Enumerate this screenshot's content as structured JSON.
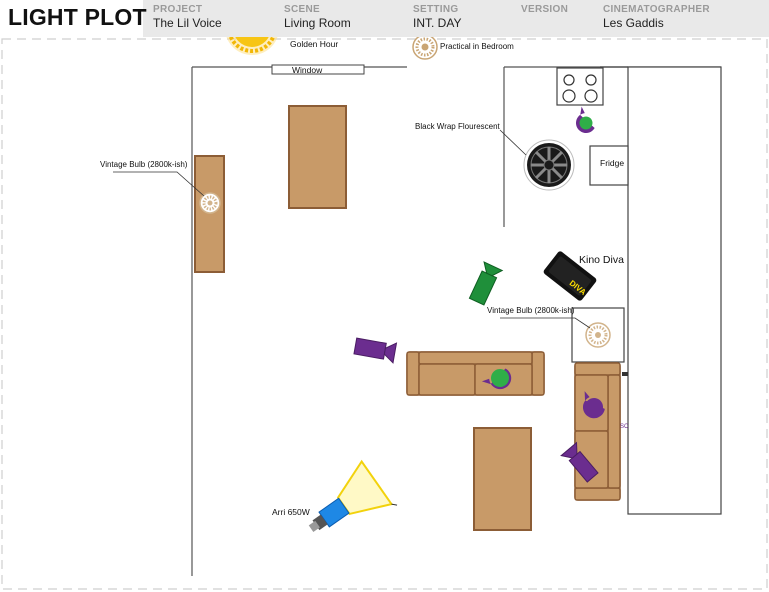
{
  "header": {
    "title": "LIGHT PLOT",
    "project": {
      "label": "PROJECT",
      "value": "The Lil Voice"
    },
    "scene": {
      "label": "SCENE",
      "value": "Living Room"
    },
    "setting": {
      "label": "SETTING",
      "value": "INT. DAY"
    },
    "version": {
      "label": "VERSION",
      "value": ""
    },
    "cinematographer": {
      "label": "CINEMATOGRAPHER",
      "value": "Les Gaddis"
    }
  },
  "plot": {
    "golden_hour": "Golden Hour",
    "practical_bedroom": "Practical in Bedroom",
    "window": "Window",
    "vintage_bulb_left": "Vintage Bulb (2800k-ish)",
    "vintage_bulb_right": "Vintage Bulb (2800k-ish)",
    "black_wrap": "Black Wrap Flourescent",
    "fridge": "Fridge",
    "kino_diva": "Kino Diva",
    "kino_logo": "DIVA",
    "arri": "Arri 650W",
    "sc_mark": "SC"
  },
  "colors": {
    "furniture": "#c89a68",
    "furniture_stroke": "#8c5d36",
    "camera_purple": "#6b2d8f",
    "camera_green": "#1f8f3a",
    "sun": "#f5c518",
    "kino_yellow": "#ffe000",
    "arri_blue": "#1e88e5"
  },
  "icons": [
    "sun-icon",
    "practical-bulb-icon",
    "fluorescent-fixture-icon",
    "camera-icon",
    "kino-diva-icon",
    "arri-650-icon",
    "stove-icon"
  ]
}
